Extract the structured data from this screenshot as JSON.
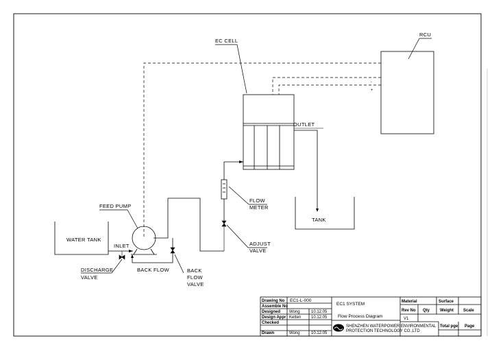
{
  "labels": {
    "ec_cell": "EC CELL",
    "rcu": "RCU",
    "outlet": "OUTLET",
    "tank": "TANK",
    "feed_pump": "FEED PUMP",
    "water_tank": "WATER TANK",
    "inlet": "INLET",
    "discharge": "DISCHARGE",
    "valve": "VALVE",
    "back_flow": "BACK FLOW",
    "back": "BACK",
    "flow": "FLOW",
    "meter": "METER",
    "adjust": "ADJUST",
    "minus": "-",
    "plus": "+"
  },
  "title_block": {
    "drawing_no_label": "Drawing No",
    "drawing_no": "EC1-L-000",
    "assemble_no_label": "Assemble No",
    "designed_label": "Designed",
    "designed_by": "Wong",
    "designed_date": "10.12.05",
    "design_appr_label": "Design Appr",
    "design_appr_by": "Ketten",
    "design_appr_date": "10.12.05",
    "checked_label": "Checked",
    "drawn_label": "Drawn",
    "drawn_by": "Wong",
    "drawn_date": "10.12.05",
    "system": "EC1 SYSTEM",
    "diagram_title": "Flow Process Diagram",
    "material_label": "Material",
    "surface_label": "Surface",
    "rev_no_label": "Rev No",
    "rev_no": "V1",
    "qty_label": "Qty",
    "weight_label": "Weight",
    "scale_label": "Scale",
    "company_line1": "SHENZHEN WATERPOWER ENVIRONMENTAL",
    "company_line2": "PROTECTION TECHNOLOGY CO.,LTD",
    "total_pge_label": "Total pge",
    "page_label": "Page"
  }
}
